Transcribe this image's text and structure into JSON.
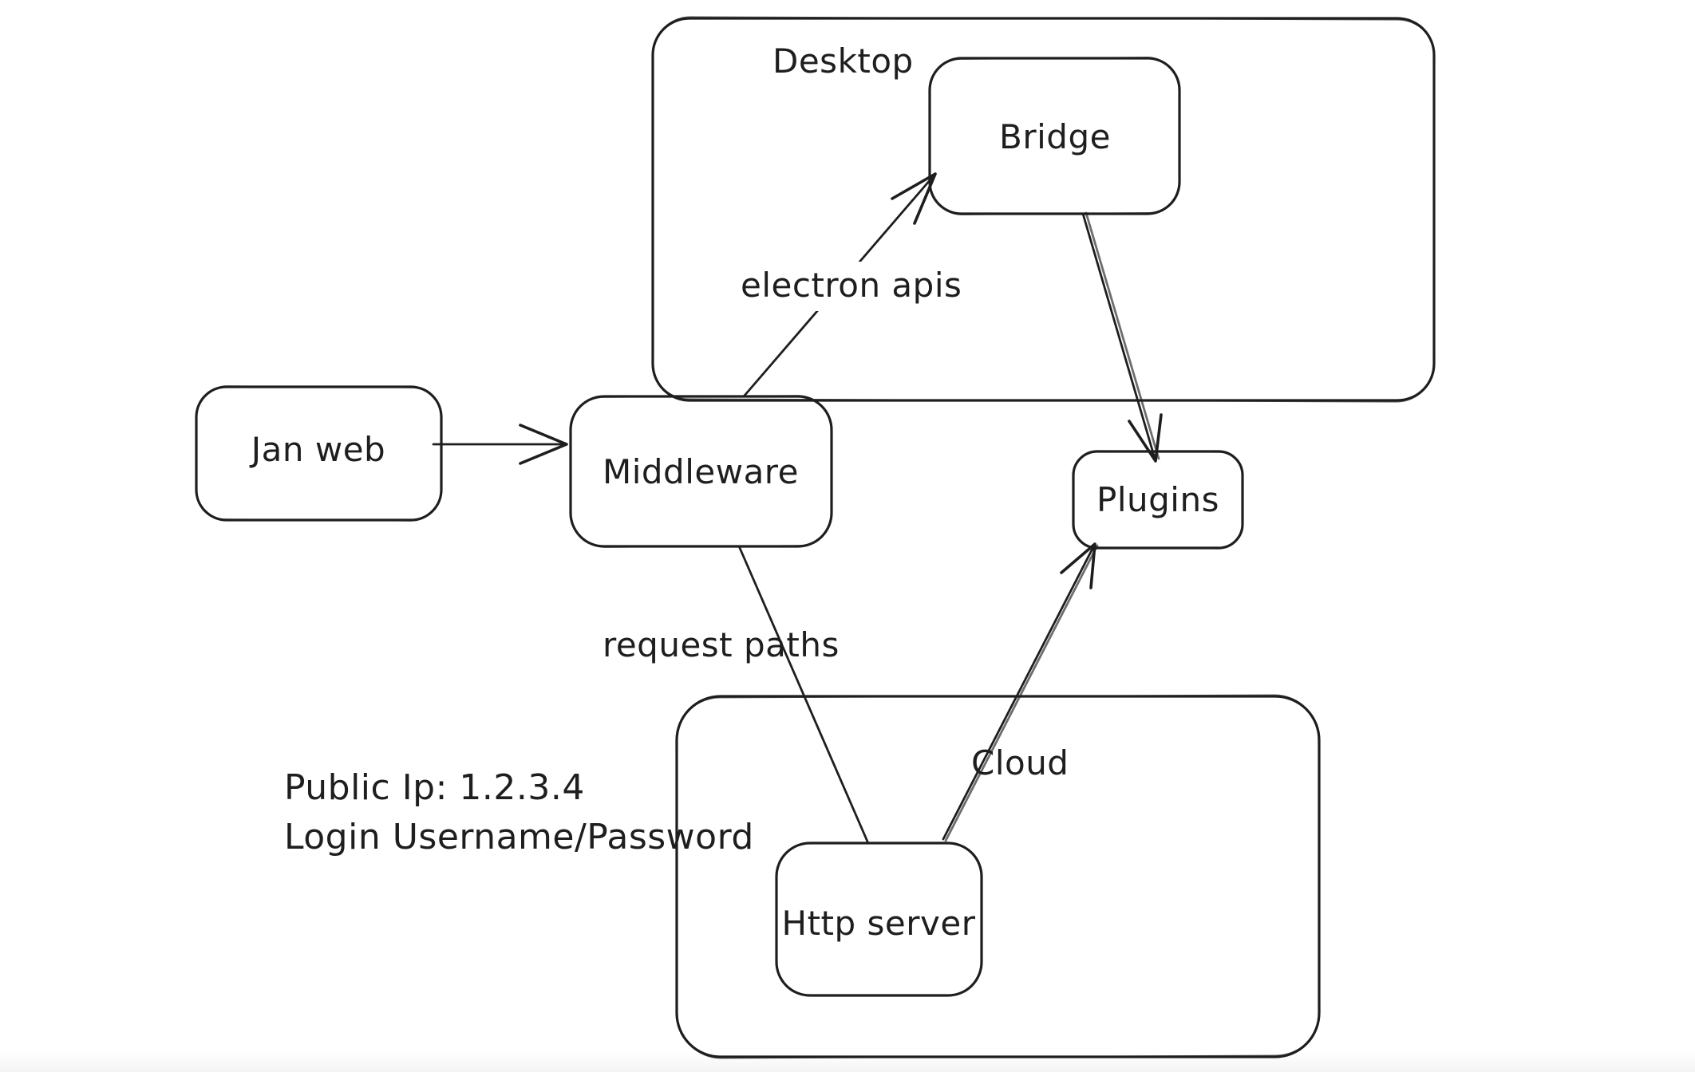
{
  "canvas": {
    "background": "#ffffff",
    "stroke_color": "#1e1e1e"
  },
  "diagram": {
    "type": "hand-drawn-architecture-diagram",
    "containers": [
      {
        "id": "desktop",
        "label": "Desktop"
      },
      {
        "id": "cloud",
        "label": "Cloud"
      }
    ],
    "nodes": [
      {
        "id": "jan-web",
        "label": "Jan web"
      },
      {
        "id": "middleware",
        "label": "Middleware"
      },
      {
        "id": "bridge",
        "label": "Bridge",
        "inside": "desktop"
      },
      {
        "id": "plugins",
        "label": "Plugins"
      },
      {
        "id": "http-server",
        "label": "Http server",
        "inside": "cloud"
      }
    ],
    "edges": [
      {
        "from": "jan-web",
        "to": "middleware",
        "label": "",
        "arrowhead": "end"
      },
      {
        "from": "middleware",
        "to": "bridge",
        "label": "electron apis",
        "arrowhead": "end"
      },
      {
        "from": "bridge",
        "to": "plugins",
        "label": "",
        "arrowhead": "end"
      },
      {
        "from": "middleware",
        "to": "http-server",
        "label": "request paths",
        "arrowhead": "none"
      },
      {
        "from": "http-server",
        "to": "plugins",
        "label": "",
        "arrowhead": "end"
      }
    ],
    "annotation": {
      "line1": "Public Ip: 1.2.3.4",
      "line2": "Login Username/Password"
    }
  }
}
